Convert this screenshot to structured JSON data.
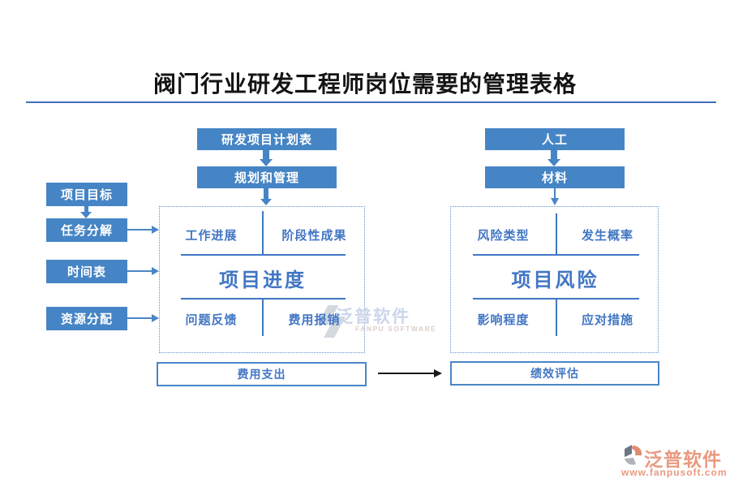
{
  "title": "阀门行业研发工程师岗位需要的管理表格",
  "left_flow": [
    "项目目标",
    "任务分解",
    "时间表",
    "资源分配"
  ],
  "top_center_flow": [
    "研发项目计划表",
    "规划和管理"
  ],
  "top_right_flow": [
    "人工",
    "材料"
  ],
  "panels": {
    "progress": {
      "title": "项目进度",
      "cells": [
        "工作进展",
        "阶段性成果",
        "问题反馈",
        "费用报销"
      ]
    },
    "risk": {
      "title": "项目风险",
      "cells": [
        "风险类型",
        "发生概率",
        "影响程度",
        "应对措施"
      ]
    }
  },
  "bottom": {
    "left": "费用支出",
    "right": "绩效评估"
  },
  "watermark": {
    "name": "泛普软件",
    "sub": "FANPU SOFTWARE"
  },
  "brand": {
    "name": "泛普软件",
    "url": "www.fanpusoft.com"
  },
  "colors": {
    "box_blue": "#4685C5",
    "text_blue": "#4176C4",
    "line_blue": "#4A86C6",
    "underline_blue": "#4170BD",
    "arrow_black": "#181818",
    "brand_salmon": "#E9997F",
    "watermark_gray": "#D4D8DF"
  }
}
